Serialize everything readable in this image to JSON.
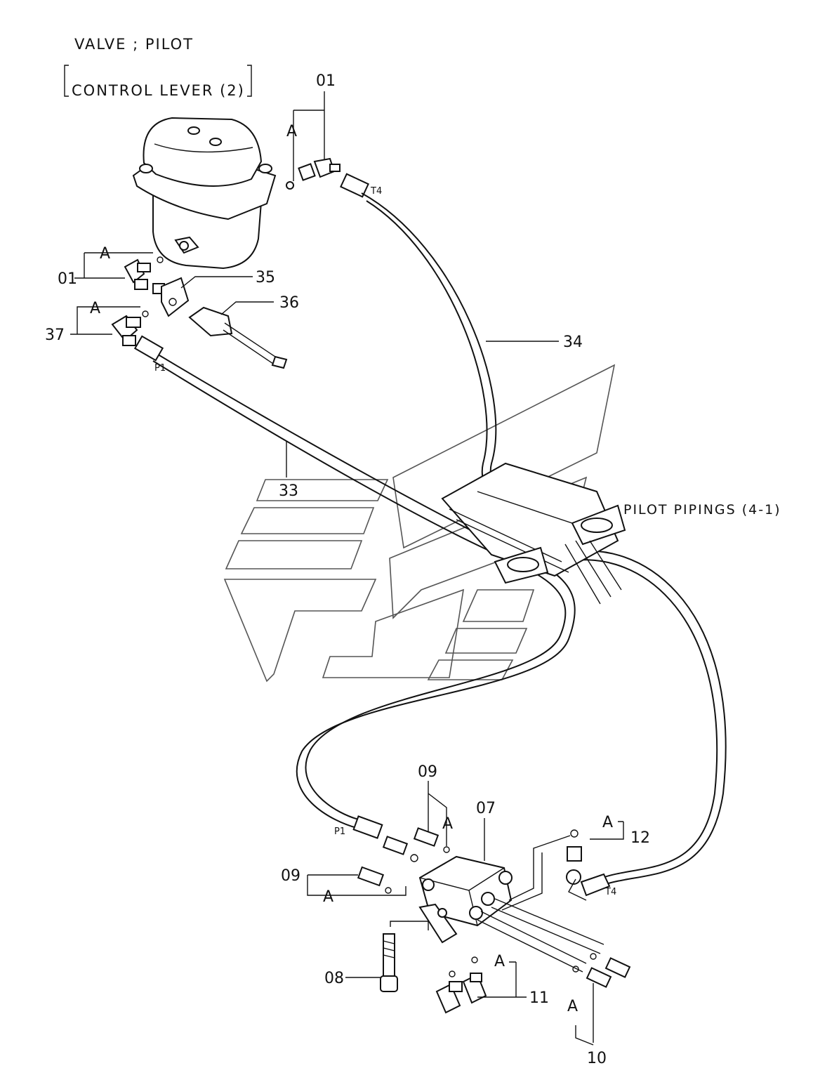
{
  "header": {
    "title_line1": "VALVE ; PILOT",
    "title_line2": "CONTROL LEVER (2)"
  },
  "section_label": "PILOT PIPINGS (4-1)",
  "callouts": {
    "c01_top": "01",
    "c01_left": "01",
    "c35": "35",
    "c36": "36",
    "c37": "37",
    "c34": "34",
    "c33": "33",
    "c09_top": "09",
    "c09_left": "09",
    "c07": "07",
    "c12": "12",
    "c08": "08",
    "c11": "11",
    "c10": "10"
  },
  "port_labels": {
    "t4_top": "T4",
    "p1_top": "P1",
    "p1_bottom": "P1",
    "t4_bottom": "T4"
  },
  "sub_labels": {
    "a_top": "A",
    "a_left1": "A",
    "a_left2": "A",
    "a_09": "A",
    "a_09b": "A",
    "a_12": "A",
    "a_11": "A",
    "a_10": "A"
  }
}
